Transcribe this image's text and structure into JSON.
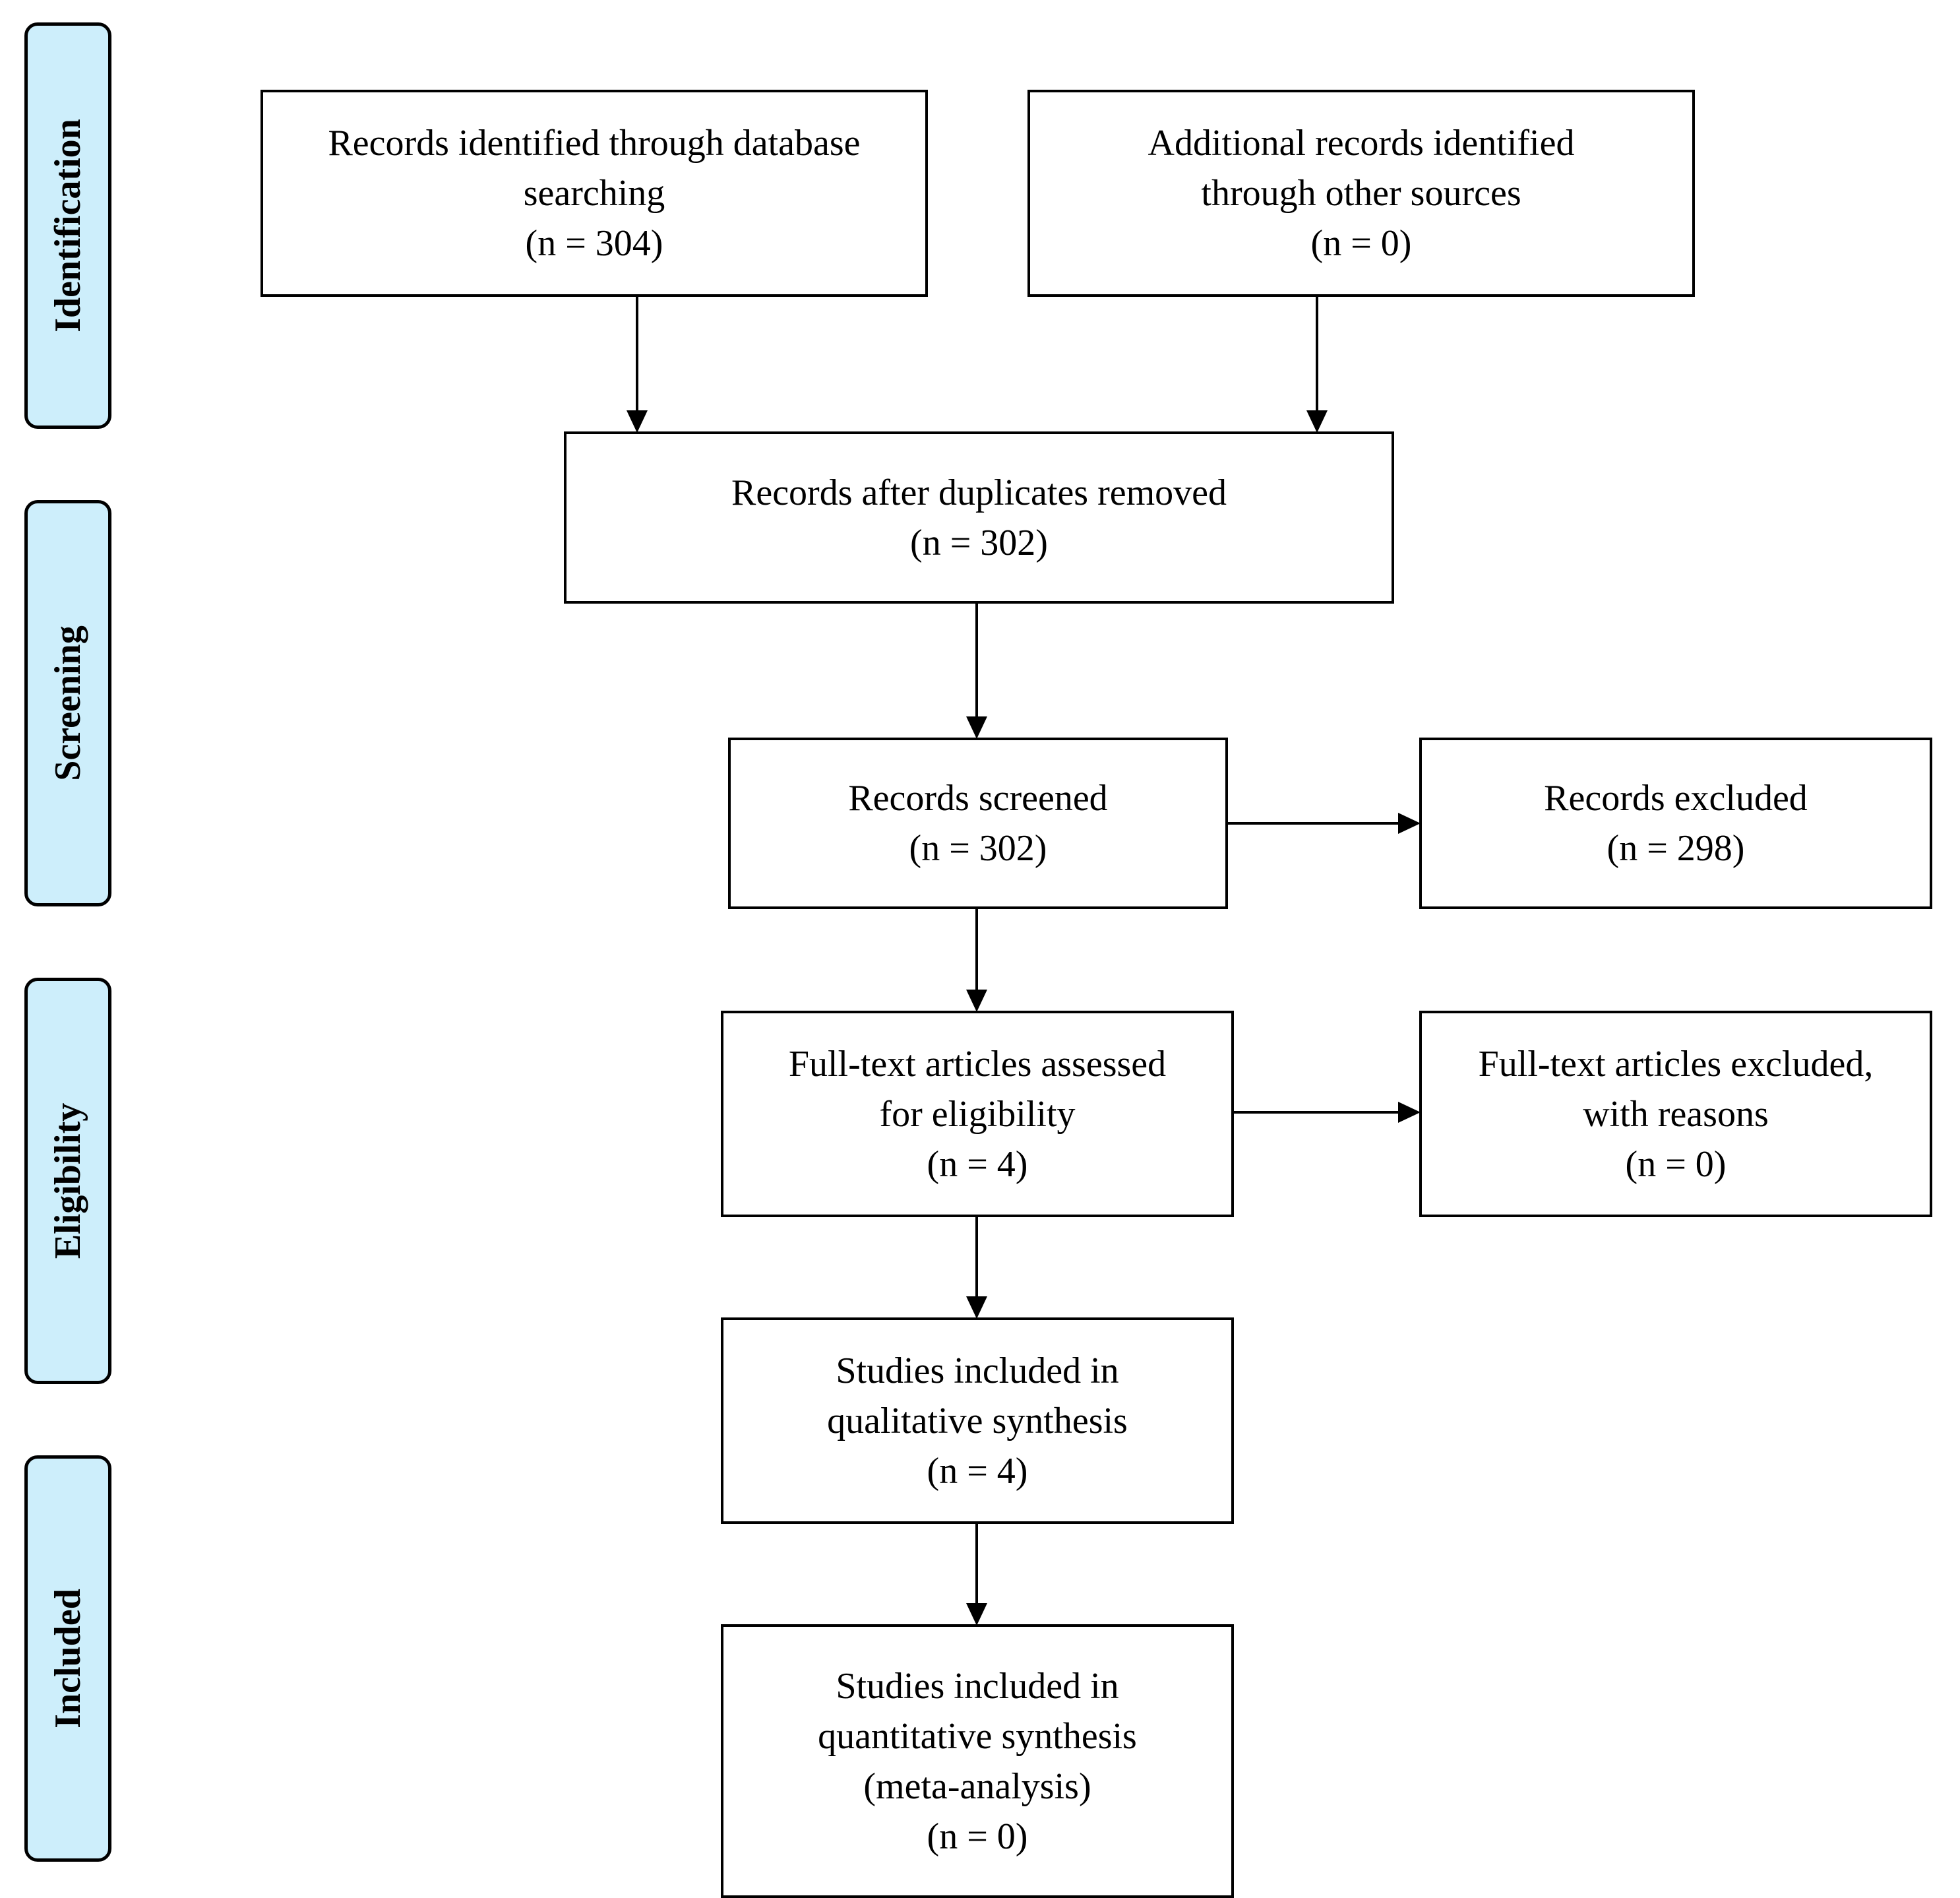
{
  "phases": {
    "identification": "Identification",
    "screening": "Screening",
    "eligibility": "Eligibility",
    "included": "Included"
  },
  "boxes": {
    "database_search": {
      "line1": "Records identified through database",
      "line2": "searching",
      "count": "(n = 304)"
    },
    "other_sources": {
      "line1": "Additional records identified",
      "line2": "through other sources",
      "count": "(n = 0)"
    },
    "duplicates_removed": {
      "line1": "Records after duplicates removed",
      "count": "(n = 302)"
    },
    "screened": {
      "line1": "Records screened",
      "count": "(n = 302)"
    },
    "excluded": {
      "line1": "Records excluded",
      "count": "(n = 298)"
    },
    "fulltext_assessed": {
      "line1": "Full-text articles assessed",
      "line2": "for eligibility",
      "count": "(n = 4)"
    },
    "fulltext_excluded": {
      "line1": "Full-text articles excluded,",
      "line2": "with reasons",
      "count": "(n = 0)"
    },
    "qualitative": {
      "line1": "Studies included in",
      "line2": "qualitative synthesis",
      "count": "(n = 4)"
    },
    "quantitative": {
      "line1": "Studies included in",
      "line2": "quantitative synthesis",
      "line3": "(meta-analysis)",
      "count": "(n = 0)"
    }
  },
  "colors": {
    "phase_fill": "#cdeefb",
    "stroke": "#000000",
    "background": "#ffffff"
  }
}
